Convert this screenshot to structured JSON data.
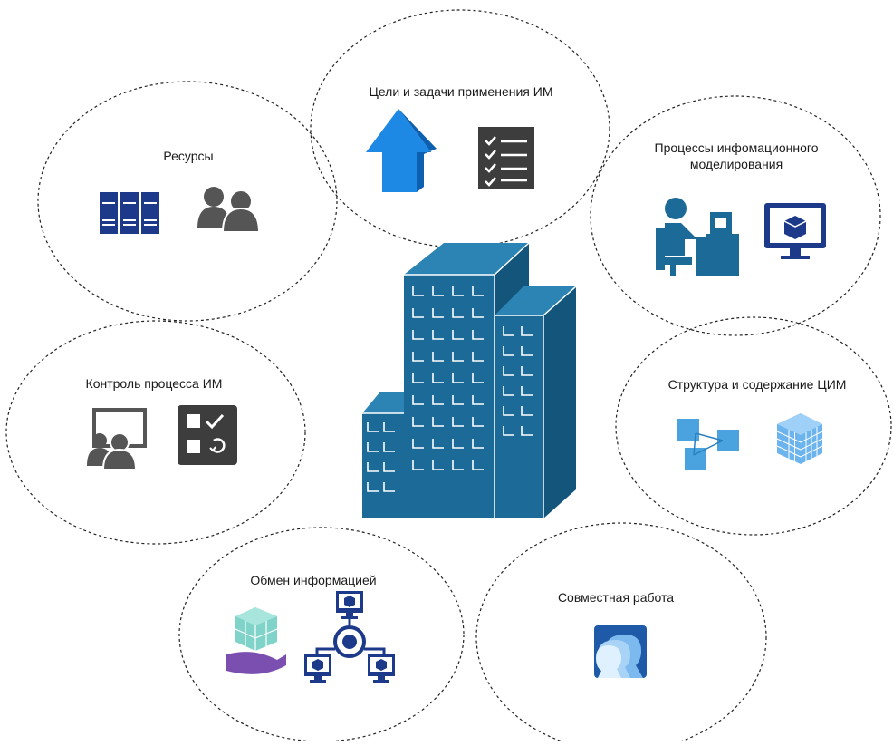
{
  "nodes": [
    {
      "id": "resources",
      "label": "Ресурсы"
    },
    {
      "id": "goals",
      "label": "Цели и задачи применения ИМ"
    },
    {
      "id": "processes",
      "label": "Процессы инфомационного моделирования"
    },
    {
      "id": "control",
      "label": "Контроль процесса ИМ"
    },
    {
      "id": "structure",
      "label": "Структура и содержание ЦИМ"
    },
    {
      "id": "exchange",
      "label": "Обмен информацией"
    },
    {
      "id": "collab",
      "label": "Совместная работа"
    }
  ],
  "colors": {
    "building": "#1b6a97",
    "navy": "#1d3a8a",
    "gray": "#555555",
    "dark": "#3d3d3d",
    "arrow": "#1e88e5",
    "light_blue": "#64b5f6"
  }
}
